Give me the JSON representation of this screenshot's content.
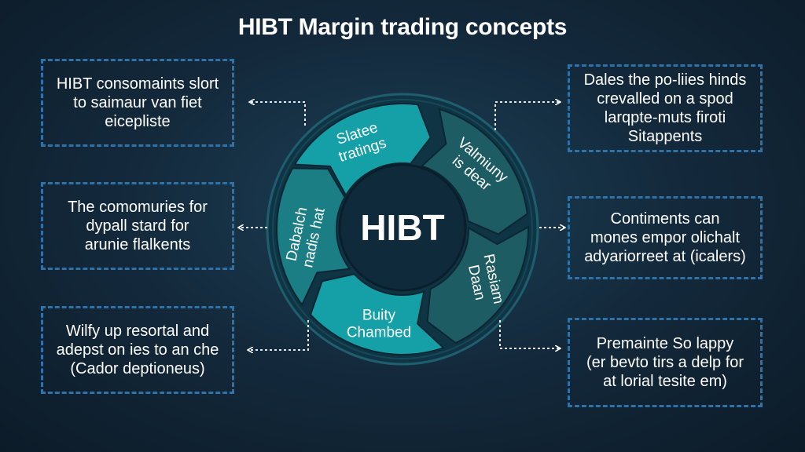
{
  "title": "HIBT Margin trading concepts",
  "hub": {
    "label": "HIBT"
  },
  "segments": [
    {
      "lines": [
        "Slatee",
        "tratings"
      ]
    },
    {
      "lines": [
        "Valmiuny",
        "is dear"
      ]
    },
    {
      "lines": [
        "Rasiam",
        "Daan"
      ]
    },
    {
      "lines": [
        "Buity",
        "Chambed"
      ]
    },
    {
      "lines": [
        "Dabalch",
        "nadis hat"
      ]
    }
  ],
  "notes_left": [
    {
      "lines": [
        "HIBT consomaints slort",
        "to saimaur van fiet",
        "eicepliste"
      ]
    },
    {
      "lines": [
        "The comomuries for",
        "dypall stard for",
        "arunie flalkents"
      ]
    },
    {
      "lines": [
        "Wilfy up resortal and",
        "adepst on ies to an che",
        "(Cador deptioneus)"
      ]
    }
  ],
  "notes_right": [
    {
      "lines": [
        "Dales the po-liies hinds",
        "crevalled on a spod",
        "larqpte-muts firoti",
        "Sitappents"
      ]
    },
    {
      "lines": [
        "Contiments can",
        "mones empor olichalt",
        "adyariorreet at (icalers)"
      ]
    },
    {
      "lines": [
        "Premainte So lappy",
        "(er bevto tirs a delp for",
        "at lorial tesite em)"
      ]
    }
  ],
  "colors": {
    "background": "#13293b",
    "border_dashed": "#2e72a8",
    "segment_bright": "#14a0a6",
    "segment_mid": "#1b7e85",
    "segment_dark": "#1d5c63",
    "ring": "#0f3444",
    "hub": "#0f2a3a",
    "connector": "#ffffff"
  }
}
